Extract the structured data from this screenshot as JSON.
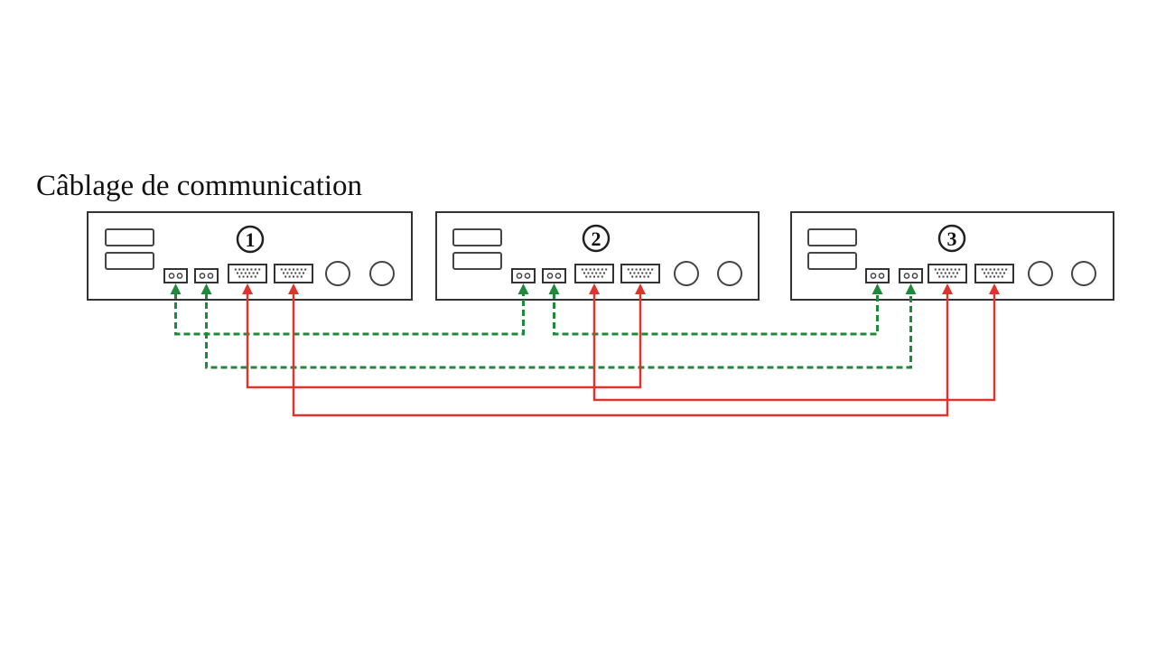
{
  "title": "Câblage de communication",
  "colors": {
    "parallel_wire": "#1f8a3a",
    "current_sharing_wire": "#e0332b",
    "frame": "#333333"
  },
  "units": [
    {
      "id": 1,
      "label": "1",
      "badge": "circled-number"
    },
    {
      "id": 2,
      "label": "2",
      "badge": "circled-number"
    },
    {
      "id": 3,
      "label": "3",
      "badge": "circled-number"
    }
  ],
  "unit_components": [
    "slot-upper",
    "slot-lower",
    "comm-port-a",
    "comm-port-b",
    "serial-port-a",
    "serial-port-b",
    "knob-left",
    "knob-right"
  ],
  "connections": [
    {
      "from": "unit1.comm-port-a",
      "to": "unit2.comm-port-a",
      "style": "dashed",
      "color": "green"
    },
    {
      "from": "unit1.comm-port-b",
      "to": "unit3.comm-port-b",
      "style": "dashed",
      "color": "green"
    },
    {
      "from": "unit2.comm-port-b",
      "to": "unit3.comm-port-a",
      "style": "dashed",
      "color": "green"
    },
    {
      "from": "unit1.serial-port-a",
      "to": "unit2.serial-port-b",
      "style": "solid",
      "color": "red"
    },
    {
      "from": "unit2.serial-port-a",
      "to": "unit3.serial-port-b",
      "style": "solid",
      "color": "red"
    },
    {
      "from": "unit1.serial-port-b",
      "to": "unit3.serial-port-a",
      "style": "solid",
      "color": "red"
    }
  ]
}
